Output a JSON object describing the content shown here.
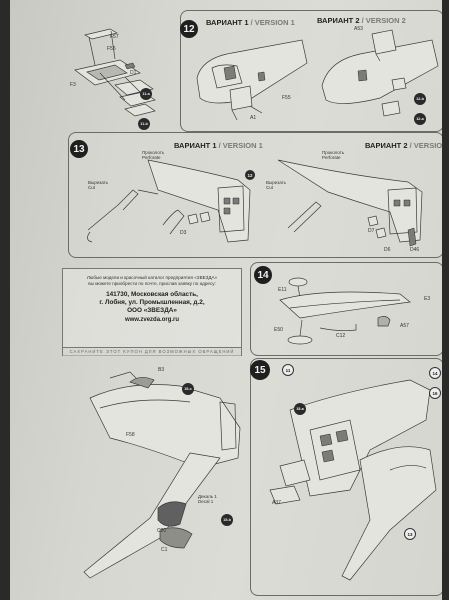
{
  "steps": {
    "s12": {
      "number": "12",
      "version1": {
        "ru": "ВАРИАНТ 1",
        "en": "VERSION 1"
      },
      "version2": {
        "ru": "ВАРИАНТ 2",
        "en": "VERSION 2"
      },
      "parts": {
        "f55": "F55",
        "a1": "A1",
        "a53": "A53",
        "c": "12-b",
        "d": "12-a"
      }
    },
    "s13": {
      "number": "13",
      "version1": {
        "ru": "ВАРИАНТ 1",
        "en": "VERSION 1"
      },
      "version2": {
        "ru": "ВАРИАНТ 2",
        "en": "VERSION 2"
      },
      "perforate_ru": "Проколоть",
      "perforate_en": "Perforate",
      "cut_ru": "Вырезать",
      "cut_en": "Cut",
      "parts": {
        "d7": "D7",
        "d3": "D3",
        "d6": "D6",
        "d46": "D46",
        "t12": "12"
      }
    },
    "s14": {
      "number": "14",
      "parts": {
        "e11": "E11",
        "e3": "E3",
        "e50": "E50",
        "c12": "C12",
        "a57": "A57"
      }
    },
    "s15": {
      "number": "15",
      "parts": {
        "b3": "B3",
        "f58": "F58",
        "a37": "A37",
        "c20": "C20",
        "c1": "C1",
        "tag11": "11",
        "tag14": "14",
        "tag16": "16",
        "tag13": "13",
        "s15a": "15-a",
        "s15b": "15-b",
        "s15c": "15-c"
      },
      "decal_ru": "Декаль 1",
      "decal_en": "Decal 1"
    },
    "s11": {
      "parts": {
        "f57": "F57",
        "f55": "F55",
        "d1": "D1",
        "f3": "F3",
        "a": "11-a",
        "b": "11-b"
      }
    }
  },
  "info": {
    "intro_line1": "Любые модели и красочный каталог предприятия «ЗВЕЗДА»",
    "intro_line2": "вы можете приобрести по почте, прислав заявку по адресу:",
    "address_line1": "141730, Московская область,",
    "address_line2": "г. Лобня, ул. Промышленная, д.2,",
    "address_line3": "ООО «ЗВЕЗДА»",
    "website": "www.zvezda.org.ru",
    "footer": "САХРАНИТЕ ЭТОТ КУПОН ДЛЯ ВОЗМОЖНЫХ ОБРАЩЕНИЙ"
  }
}
